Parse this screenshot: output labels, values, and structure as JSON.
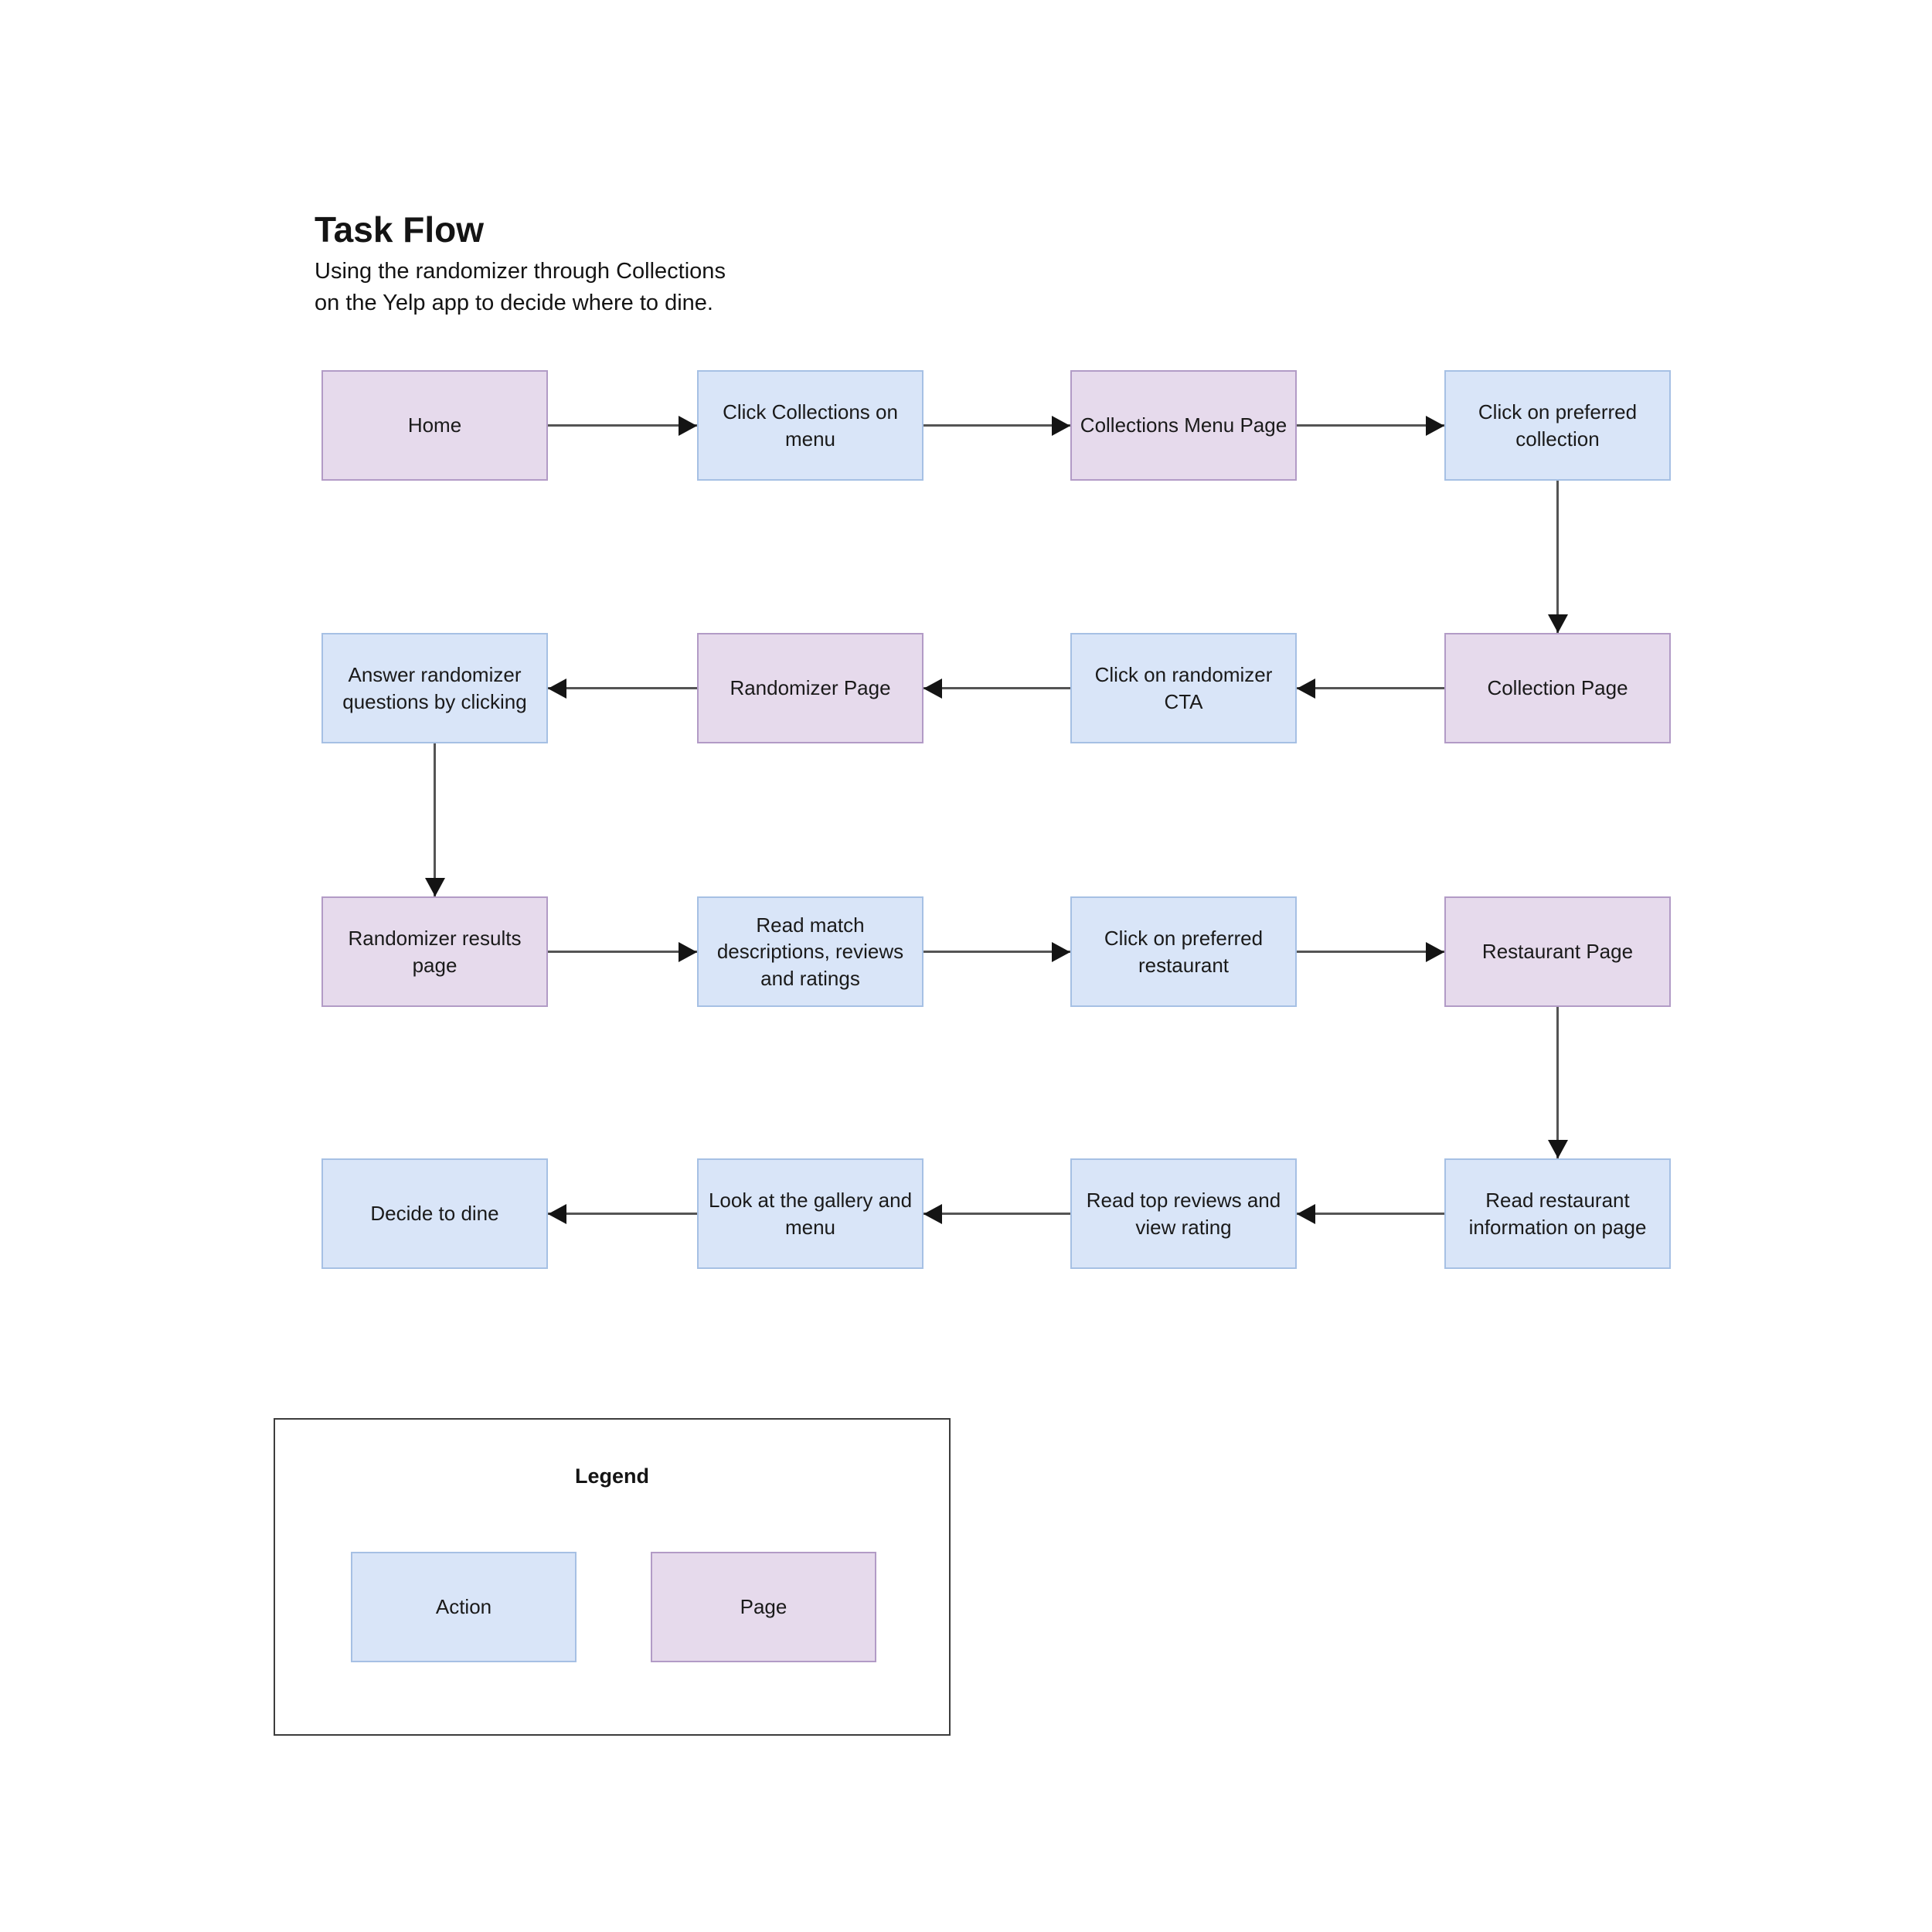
{
  "title": "Task Flow",
  "subtitle_lines": [
    "Using the randomizer through Collections",
    "on the Yelp app to decide where to dine."
  ],
  "flow": {
    "rows": [
      [
        {
          "label": "Home",
          "type": "page"
        },
        {
          "label": "Click Collections on menu",
          "type": "action"
        },
        {
          "label": "Collections Menu Page",
          "type": "page"
        },
        {
          "label": "Click on preferred collection",
          "type": "action"
        }
      ],
      [
        {
          "label": "Answer randomizer questions by clicking",
          "type": "action"
        },
        {
          "label": "Randomizer Page",
          "type": "page"
        },
        {
          "label": "Click on randomizer CTA",
          "type": "action"
        },
        {
          "label": "Collection Page",
          "type": "page"
        }
      ],
      [
        {
          "label": "Randomizer results page",
          "type": "page"
        },
        {
          "label": "Read match descriptions, reviews and ratings",
          "type": "action"
        },
        {
          "label": "Click on preferred restaurant",
          "type": "action"
        },
        {
          "label": "Restaurant Page",
          "type": "page"
        }
      ],
      [
        {
          "label": "Decide to dine",
          "type": "action"
        },
        {
          "label": "Look at the gallery and menu",
          "type": "action"
        },
        {
          "label": "Read top reviews and view rating",
          "type": "action"
        },
        {
          "label": "Read restaurant information on page",
          "type": "action"
        }
      ]
    ],
    "direction_by_row": [
      "left-to-right",
      "right-to-left",
      "left-to-right",
      "right-to-left"
    ]
  },
  "legend": {
    "title": "Legend",
    "items": [
      {
        "label": "Action",
        "type": "action"
      },
      {
        "label": "Page",
        "type": "page"
      }
    ]
  },
  "colors": {
    "action-fill": "#D9E5F8",
    "action-border": "#A6C0E4",
    "page-fill": "#E6DAEC",
    "page-border": "#B29BC6",
    "arrow": "#545454",
    "arrowhead": "#141414"
  }
}
